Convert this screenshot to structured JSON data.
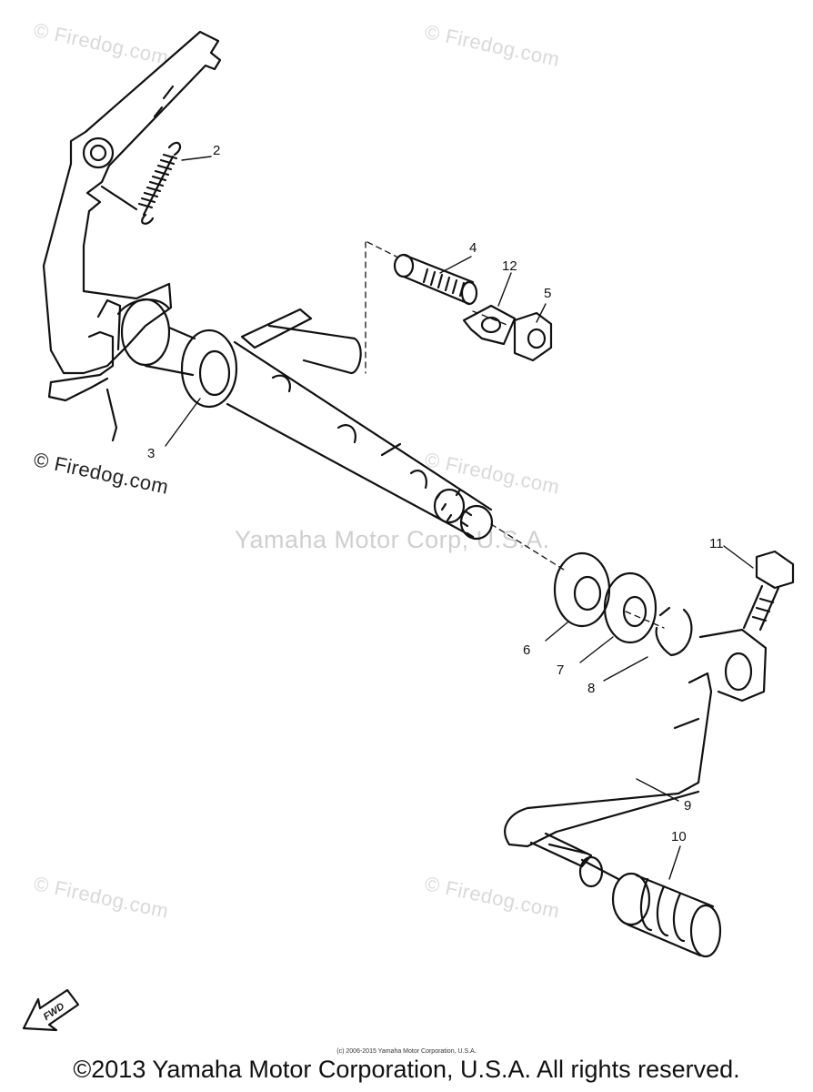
{
  "watermarks": {
    "firedog": "© Firedog.com",
    "center": "Yamaha Motor Corp, U.S.A."
  },
  "callouts": [
    "2",
    "3",
    "4",
    "12",
    "5",
    "6",
    "7",
    "8",
    "9",
    "10",
    "11"
  ],
  "fwd_label": "FWD",
  "small_print": "(c) 2006-2015 Yamaha Motor Corporation, U.S.A.",
  "copyright": "©2013 Yamaha Motor Corporation, U.S.A. All rights reserved."
}
